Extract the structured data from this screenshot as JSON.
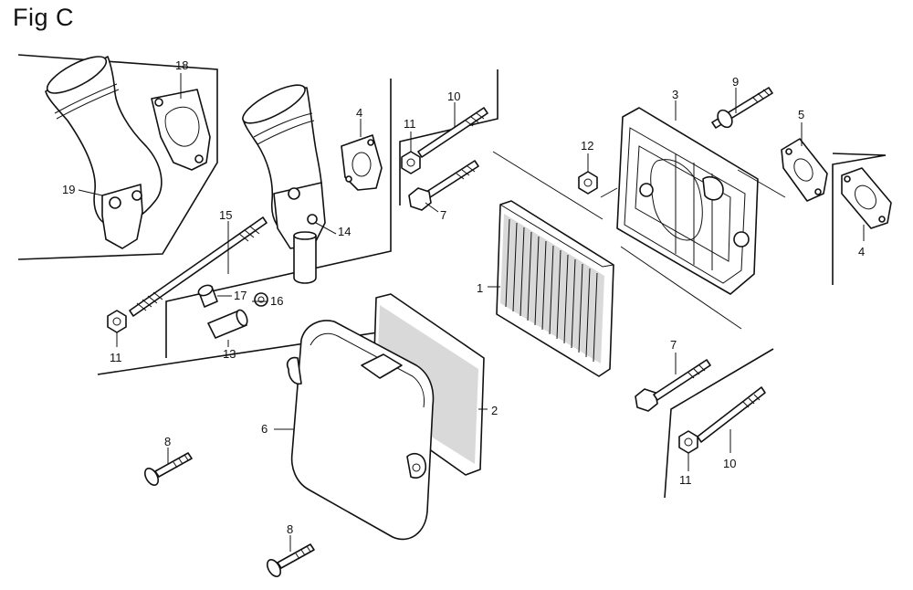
{
  "figure": {
    "title": "Fig C"
  },
  "callouts": [
    {
      "id": "c1",
      "text": "1"
    },
    {
      "id": "c2",
      "text": "2"
    },
    {
      "id": "c3",
      "text": "3"
    },
    {
      "id": "c4a",
      "text": "4"
    },
    {
      "id": "c4b",
      "text": "4"
    },
    {
      "id": "c5",
      "text": "5"
    },
    {
      "id": "c6",
      "text": "6"
    },
    {
      "id": "c7a",
      "text": "7"
    },
    {
      "id": "c7b",
      "text": "7"
    },
    {
      "id": "c8a",
      "text": "8"
    },
    {
      "id": "c8b",
      "text": "8"
    },
    {
      "id": "c9",
      "text": "9"
    },
    {
      "id": "c10a",
      "text": "10"
    },
    {
      "id": "c10b",
      "text": "10"
    },
    {
      "id": "c11a",
      "text": "11"
    },
    {
      "id": "c11b",
      "text": "11"
    },
    {
      "id": "c11c",
      "text": "11"
    },
    {
      "id": "c12",
      "text": "12"
    },
    {
      "id": "c13",
      "text": "13"
    },
    {
      "id": "c14",
      "text": "14"
    },
    {
      "id": "c15",
      "text": "15"
    },
    {
      "id": "c16",
      "text": "16"
    },
    {
      "id": "c17",
      "text": "17"
    },
    {
      "id": "c18",
      "text": "18"
    },
    {
      "id": "c19",
      "text": "19"
    }
  ]
}
